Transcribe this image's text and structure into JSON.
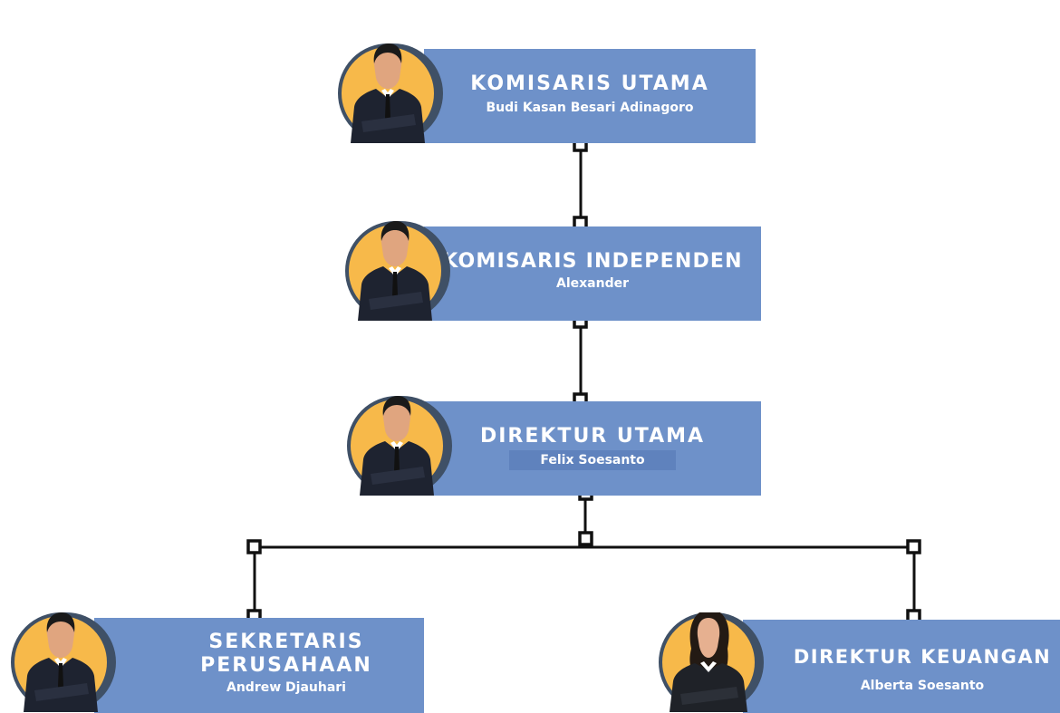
{
  "nodes": [
    {
      "id": "komisaris-utama",
      "role": "KOMISARIS UTAMA",
      "name": "Budi Kasan Besari Adinagoro",
      "avatar": "man-in-suit-icon"
    },
    {
      "id": "komisaris-independen",
      "role": "KOMISARIS INDEPENDEN",
      "name": "Alexander",
      "avatar": "man-in-suit-icon"
    },
    {
      "id": "direktur-utama",
      "role": "DIREKTUR UTAMA",
      "name": "Felix Soesanto",
      "avatar": "man-in-suit-icon"
    },
    {
      "id": "sekretaris-perusahaan",
      "role_line1": "SEKRETARIS",
      "role_line2": "PERUSAHAAN",
      "name": "Andrew Djauhari",
      "avatar": "man-in-suit-icon"
    },
    {
      "id": "direktur-keuangan",
      "role": "DIREKTUR KEUANGAN",
      "name": "Alberta Soesanto",
      "avatar": "woman-in-suit-icon"
    }
  ],
  "edges": [
    {
      "from": "komisaris-utama",
      "to": "komisaris-independen"
    },
    {
      "from": "komisaris-independen",
      "to": "direktur-utama"
    },
    {
      "from": "direktur-utama",
      "to": "sekretaris-perusahaan"
    },
    {
      "from": "direktur-utama",
      "to": "direktur-keuangan"
    }
  ],
  "colors": {
    "box": "#6e91c9",
    "avatar_fill": "#f7b94a",
    "avatar_ring": "#3f5066",
    "connector": "#111111"
  }
}
